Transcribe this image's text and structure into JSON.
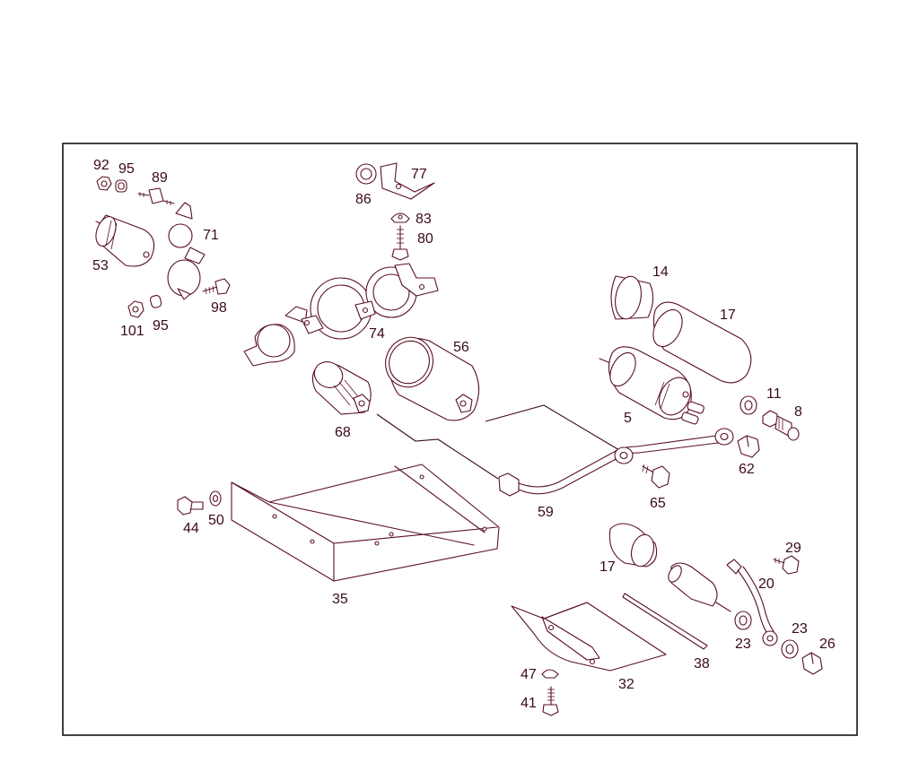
{
  "callouts": [
    {
      "id": "92",
      "label": "92"
    },
    {
      "id": "95a",
      "label": "95"
    },
    {
      "id": "89",
      "label": "89"
    },
    {
      "id": "71",
      "label": "71"
    },
    {
      "id": "53",
      "label": "53"
    },
    {
      "id": "98",
      "label": "98"
    },
    {
      "id": "101",
      "label": "101"
    },
    {
      "id": "95b",
      "label": "95"
    },
    {
      "id": "86",
      "label": "86"
    },
    {
      "id": "77",
      "label": "77"
    },
    {
      "id": "83",
      "label": "83"
    },
    {
      "id": "80",
      "label": "80"
    },
    {
      "id": "74",
      "label": "74"
    },
    {
      "id": "56",
      "label": "56"
    },
    {
      "id": "68",
      "label": "68"
    },
    {
      "id": "14",
      "label": "14"
    },
    {
      "id": "17a",
      "label": "17"
    },
    {
      "id": "5",
      "label": "5"
    },
    {
      "id": "11",
      "label": "11"
    },
    {
      "id": "8",
      "label": "8"
    },
    {
      "id": "62",
      "label": "62"
    },
    {
      "id": "65",
      "label": "65"
    },
    {
      "id": "59",
      "label": "59"
    },
    {
      "id": "44",
      "label": "44"
    },
    {
      "id": "50",
      "label": "50"
    },
    {
      "id": "35",
      "label": "35"
    },
    {
      "id": "17b",
      "label": "17"
    },
    {
      "id": "29",
      "label": "29"
    },
    {
      "id": "20",
      "label": "20"
    },
    {
      "id": "23a",
      "label": "23"
    },
    {
      "id": "23b",
      "label": "23"
    },
    {
      "id": "26",
      "label": "26"
    },
    {
      "id": "38",
      "label": "38"
    },
    {
      "id": "32",
      "label": "32"
    },
    {
      "id": "47",
      "label": "47"
    },
    {
      "id": "41",
      "label": "41"
    }
  ]
}
